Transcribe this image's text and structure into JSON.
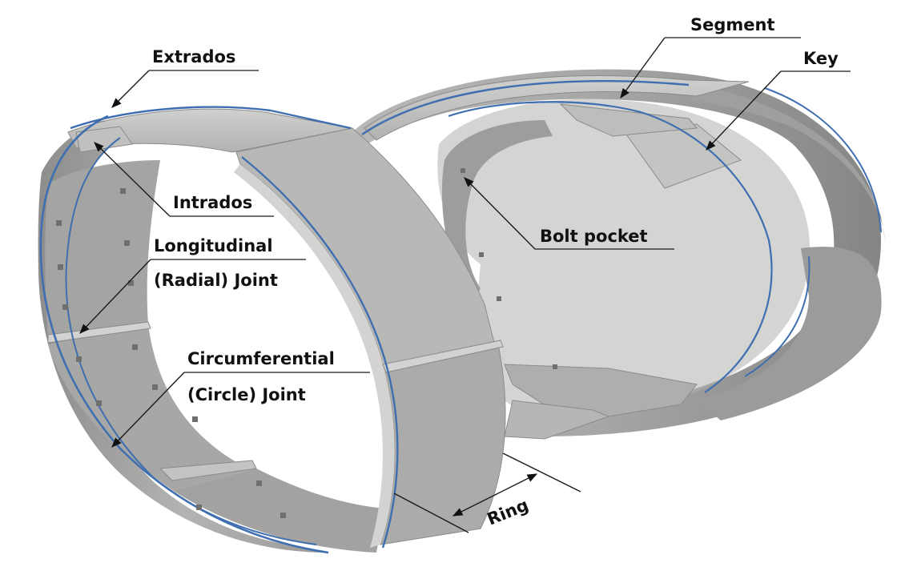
{
  "labels": {
    "extrados": "Extrados",
    "intrados": "Intrados",
    "longitudinal_1": "Longitudinal",
    "longitudinal_2": "(Radial) Joint",
    "circumferential_1": "Circumferential",
    "circumferential_2": "(Circle) Joint",
    "segment": "Segment",
    "key": "Key",
    "bolt_pocket": "Bolt pocket",
    "ring": "Ring"
  },
  "colors": {
    "concrete_light": "#c9c9c7",
    "concrete_mid": "#a9a9a7",
    "concrete_dark": "#7f7f7d",
    "concrete_edge": "#d8d8d6",
    "gasket_blue": "#3f6fb0",
    "text": "#111111"
  }
}
